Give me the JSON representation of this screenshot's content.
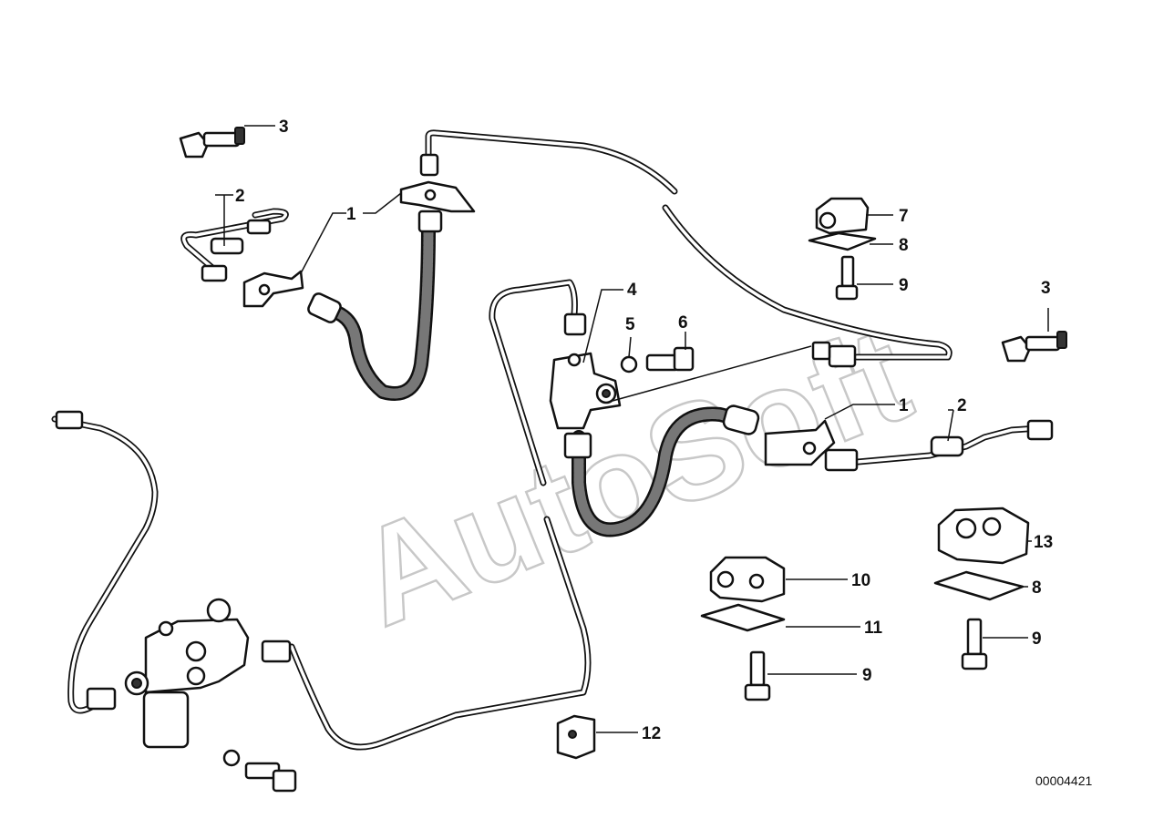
{
  "watermark": "AutoSoft",
  "document_number": "00004421",
  "callouts": {
    "c1a": "1",
    "c1b": "1",
    "c2a": "2",
    "c2b": "2",
    "c3a": "3",
    "c3b": "3",
    "c4": "4",
    "c5": "5",
    "c6": "6",
    "c7": "7",
    "c8a": "8",
    "c8b": "8",
    "c9a": "9",
    "c9b": "9",
    "c9c": "9",
    "c10": "10",
    "c11": "11",
    "c12": "12",
    "c13": "13"
  }
}
